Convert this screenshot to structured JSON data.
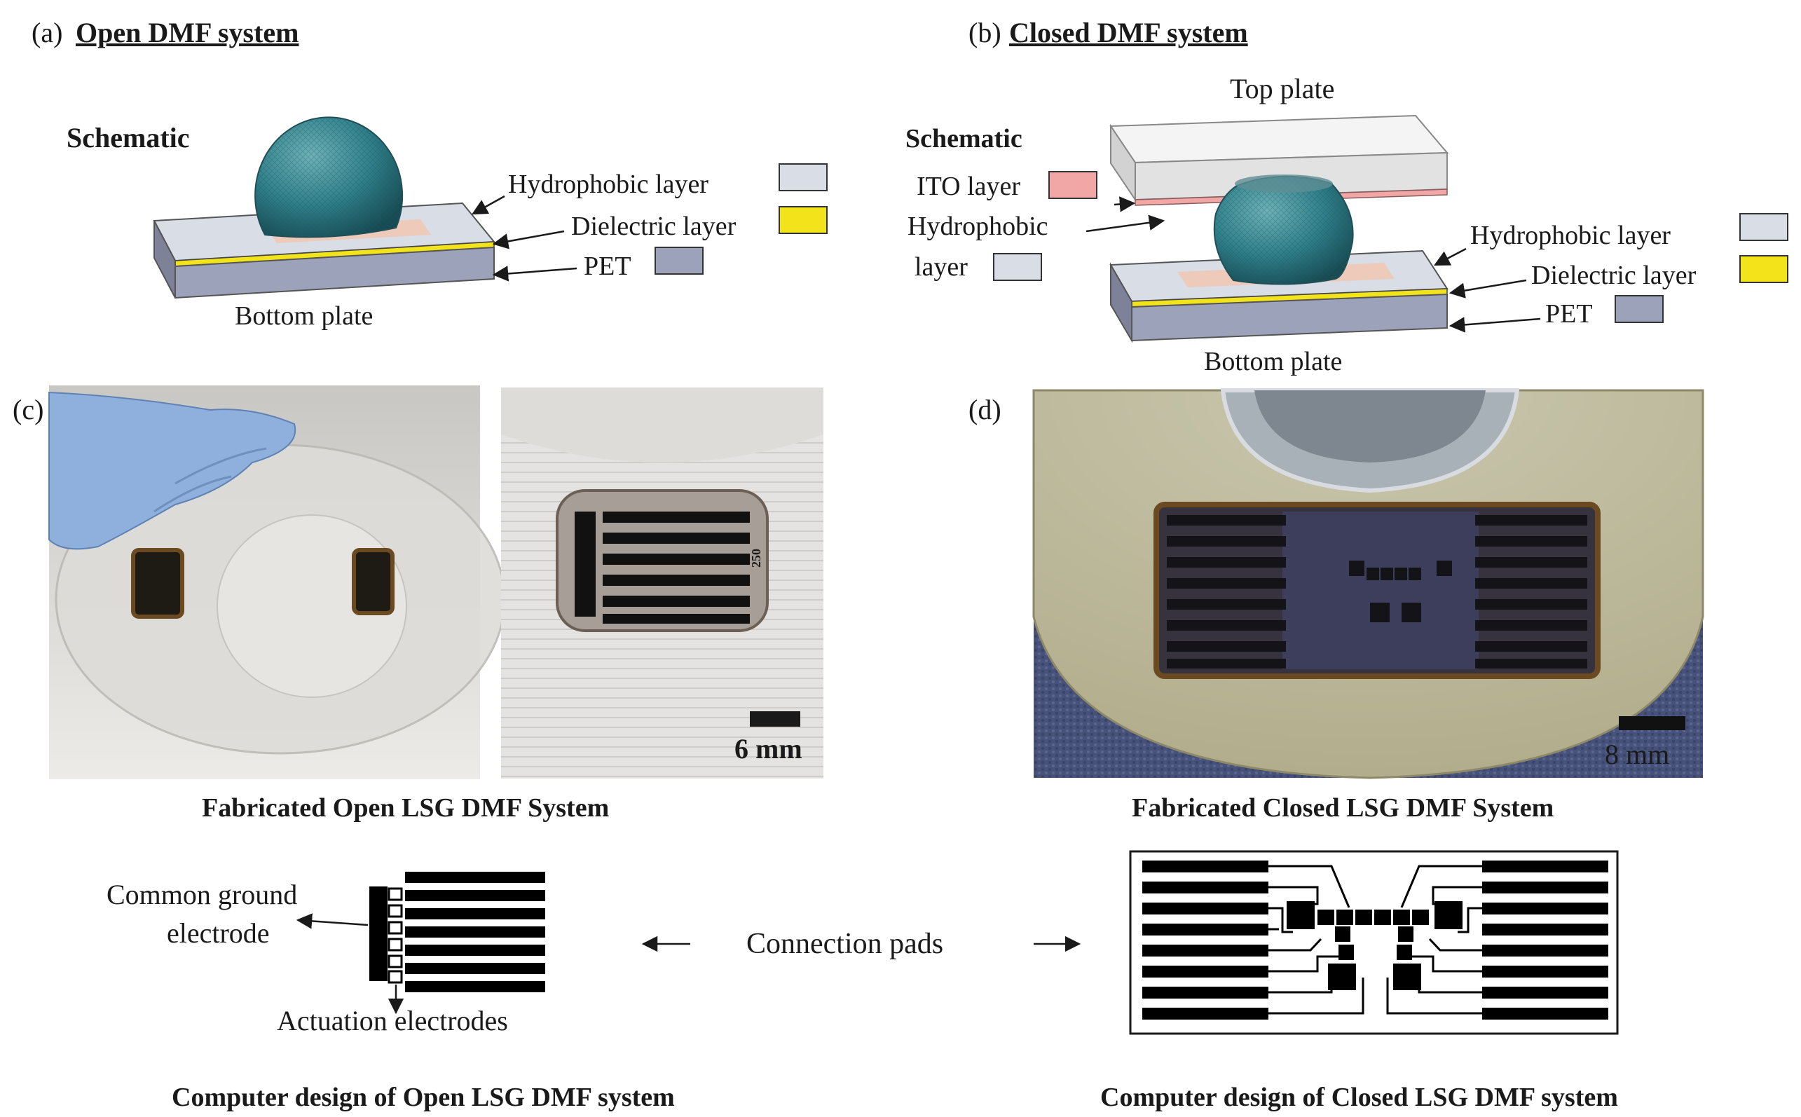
{
  "panel_a": {
    "tag": "(a)",
    "title": "Open DMF system",
    "schematic": "Schematic",
    "bottom_plate": "Bottom plate",
    "legend": [
      {
        "label": "Hydrophobic layer",
        "color": "#d8dde6"
      },
      {
        "label": "Dielectric layer",
        "color": "#f2e31a"
      },
      {
        "label": "PET",
        "color": "#9da2bb"
      }
    ]
  },
  "panel_b": {
    "tag": "(b)",
    "title": "Closed DMF system",
    "schematic": "Schematic",
    "top_plate": "Top plate",
    "bottom_plate": "Bottom plate",
    "ito": {
      "label": "ITO layer",
      "color": "#f2a7a7"
    },
    "hydrophobic_left_1": "Hydrophobic",
    "hydrophobic_left_2": "layer",
    "legend": [
      {
        "label": "Hydrophobic layer",
        "color": "#d8dde6"
      },
      {
        "label": "Dielectric layer",
        "color": "#f2e31a"
      },
      {
        "label": "PET",
        "color": "#9da2bb"
      }
    ]
  },
  "panel_c": {
    "tag": "(c)",
    "scale_label": "6 mm",
    "stamp": "250",
    "caption": "Fabricated Open LSG DMF System"
  },
  "panel_d": {
    "tag": "(d)",
    "scale_label": "8 mm",
    "caption": "Fabricated Closed LSG DMF System"
  },
  "design": {
    "common_ground_1": "Common ground",
    "common_ground_2": "electrode",
    "actuation": "Actuation electrodes",
    "connection_pads": "Connection pads",
    "caption_open": "Computer design of Open LSG DMF system",
    "caption_closed": "Computer design of Closed LSG DMF system"
  },
  "colors": {
    "droplet": "#2f7f8a",
    "pet": "#9da2bb",
    "hydrophobic": "#d8dde6",
    "dielectric": "#f2e31a",
    "electrode_pad": "#f0c8b4",
    "lsg": "#1b1b1b"
  }
}
